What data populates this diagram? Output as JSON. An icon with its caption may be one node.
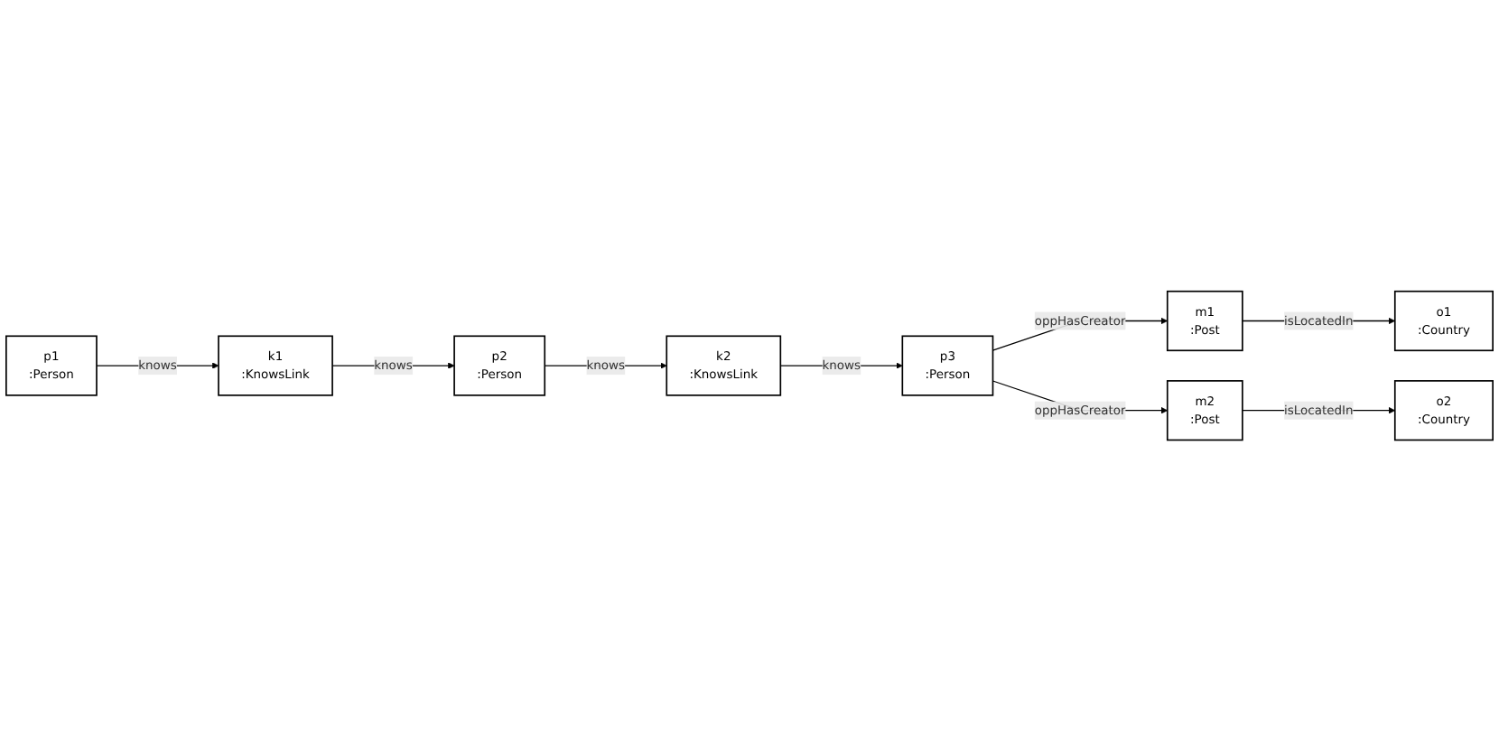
{
  "diagram": {
    "nodes": [
      {
        "text": [
          "p1",
          ":Person"
        ]
      },
      {
        "text": [
          "k1",
          ":KnowsLink"
        ]
      },
      {
        "text": [
          "p2",
          ":Person"
        ]
      },
      {
        "text": [
          "k2",
          ":KnowsLink"
        ]
      },
      {
        "text": [
          "p3",
          ":Person"
        ]
      },
      {
        "text": [
          "m1",
          ":Post"
        ]
      },
      {
        "text": [
          "m2",
          ":Post"
        ]
      },
      {
        "text": [
          "o1",
          ":Country"
        ]
      },
      {
        "text": [
          "o2",
          ":Country"
        ]
      }
    ],
    "edges": [
      {
        "from": 0,
        "to": 1,
        "arrow": "to",
        "label": "knows"
      },
      {
        "from": 1,
        "to": 2,
        "arrow": "to",
        "label": "knows"
      },
      {
        "from": 2,
        "to": 3,
        "arrow": "to",
        "label": "knows"
      },
      {
        "from": 3,
        "to": 4,
        "arrow": "to",
        "label": "knows"
      },
      {
        "from": 4,
        "to": 5,
        "arrow": "to",
        "label": "oppHasCreator"
      },
      {
        "from": 4,
        "to": 6,
        "arrow": "to",
        "label": "oppHasCreator"
      },
      {
        "from": 5,
        "to": 7,
        "arrow": "to",
        "label": "isLocatedIn"
      },
      {
        "from": 6,
        "to": 8,
        "arrow": "to",
        "label": "isLocatedIn"
      }
    ]
  }
}
